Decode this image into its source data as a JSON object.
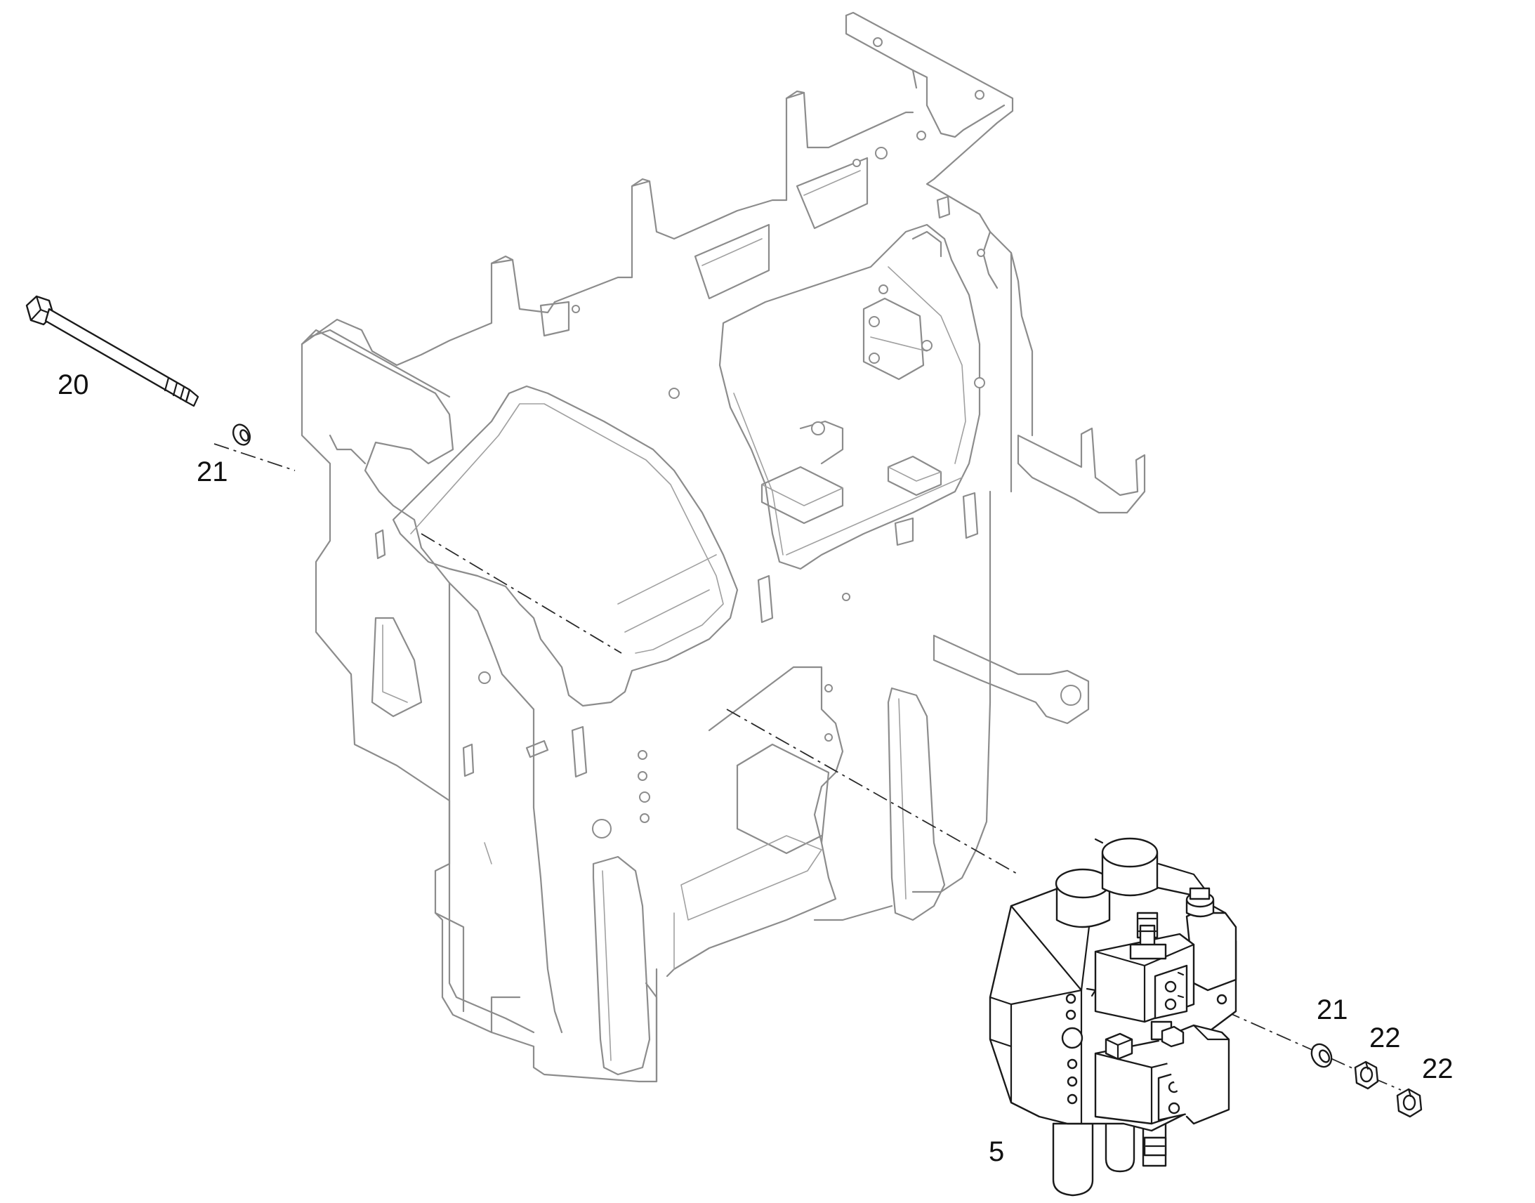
{
  "figure": {
    "callouts": [
      {
        "id": "c20",
        "label": "20"
      },
      {
        "id": "c21a",
        "label": "21"
      },
      {
        "id": "c5",
        "label": "5"
      },
      {
        "id": "c21b",
        "label": "21"
      },
      {
        "id": "c22a",
        "label": "22"
      },
      {
        "id": "c22b",
        "label": "22"
      }
    ]
  },
  "colors": {
    "frame_stroke": "#8c8c8c",
    "part_stroke": "#1a1a1a",
    "background": "#ffffff"
  }
}
